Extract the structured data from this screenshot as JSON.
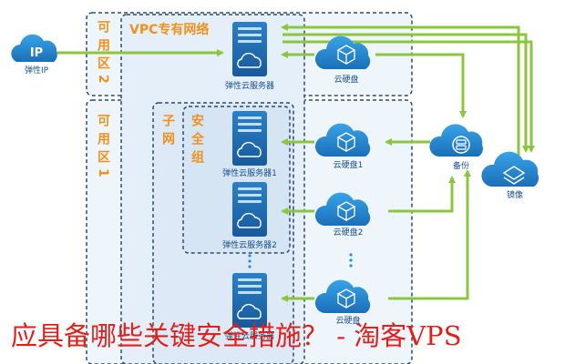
{
  "regions": {
    "zone2_label": "可用区2",
    "zone1_label": "可用区1",
    "vpc_label": "VPC专有网络",
    "subnet_label": "子网",
    "security_group_label": "安全组"
  },
  "nodes": {
    "ip": "IP",
    "elastic_ip": "弹性IP",
    "server_top": "弹性云服务器",
    "disk_top": "云硬盘",
    "server_1": "弹性云服务器1",
    "server_2": "弹性云服务器2",
    "server_bottom": "弹性云服务器",
    "disk_1": "云硬盘1",
    "disk_2": "云硬盘2",
    "disk_bottom": "云硬盘",
    "backup": "备份",
    "mirror": "镜像"
  },
  "caption": "应具备哪些关键安全措施？ - 淘客VPS",
  "colors": {
    "arrow": "#8cc63f",
    "server_blue": "#1f6fb8",
    "cloud_blue": "#2a8fd6",
    "dashed_border": "#2e4a6e",
    "region_label": "#f0911e",
    "caption": "#e0211b"
  }
}
